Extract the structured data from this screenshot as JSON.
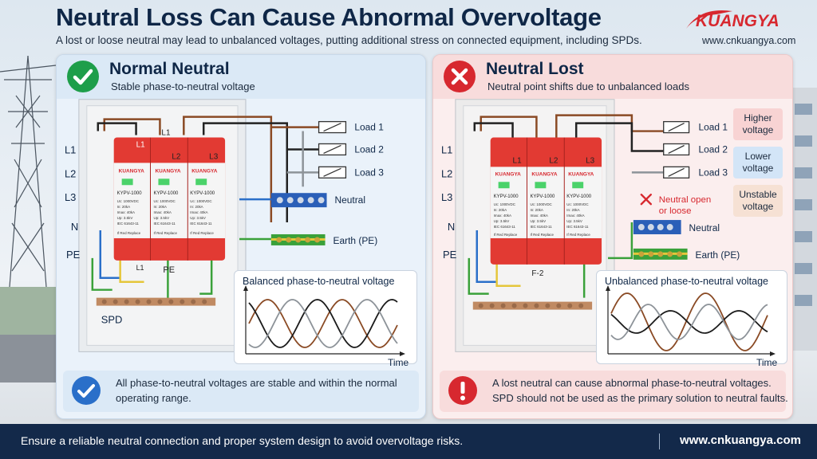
{
  "header": {
    "title": "Neutral Loss Can Cause Abnormal Overvoltage",
    "subtitle": "A lost or loose neutral may lead to unbalanced voltages, putting additional stress on connected equipment, including SPDs.",
    "brand": "KUANGYA",
    "url": "www.cnkuangya.com"
  },
  "colors": {
    "navy": "#13294a",
    "ok_green": "#1e9e4a",
    "alert_red": "#d7282f",
    "check_blue": "#2a6fc9",
    "spd_red": "#e23a33",
    "wave_brown": "#8a4a24",
    "wave_black": "#1b1b1b",
    "wave_gray": "#8d9399"
  },
  "left_panel": {
    "status_icon": "check-circle-icon",
    "title": "Normal Neutral",
    "subtitle": "Stable phase-to-neutral voltage",
    "lines": [
      "L1",
      "L2",
      "L3",
      "N",
      "PE"
    ],
    "spd_label": "SPD",
    "spd_pole_labels": [
      "L1",
      "L2",
      "L3"
    ],
    "spd_bottom_labels": [
      "L1",
      "PE"
    ],
    "loads": [
      "Load 1",
      "Load 2",
      "Load 3"
    ],
    "neutral_label": "Neutral",
    "earth_label": "Earth (PE)",
    "wave_title": "Balanced phase-to-neutral voltage",
    "time_label": "Time",
    "footer_icon": "check-circle-icon",
    "footer_text": "All phase-to-neutral voltages are stable and within the normal operating range."
  },
  "right_panel": {
    "status_icon": "x-circle-icon",
    "title": "Neutral Lost",
    "subtitle": "Neutral point shifts due to unbalanced loads",
    "lines": [
      "L1",
      "L2",
      "L3",
      "N",
      "PE"
    ],
    "spd_pole_labels": [
      "L1",
      "L2",
      "L3"
    ],
    "spd_bottom_labels": [
      "F-2"
    ],
    "loads": [
      "Load 1",
      "Load 2",
      "Load 3"
    ],
    "neutral_label": "Neutral",
    "earth_label": "Earth (PE)",
    "neutral_fault": "Neutral open or loose",
    "badges": [
      "Higher voltage",
      "Lower voltage",
      "Unstable voltage"
    ],
    "wave_title": "Unbalanced phase-to-neutral voltage",
    "time_label": "Time",
    "footer_icon": "exclamation-circle-icon",
    "footer_text": "A lost neutral can cause abnormal phase-to-neutral voltages. SPD should not be used as the primary solution to neutral faults."
  },
  "spd_module": {
    "brand": "KUANGYA",
    "model": "KYPV-1000",
    "spec_lines": [
      "Uc: 1000VDC",
      "In: 20kA",
      "Imax: 40kA",
      "Up: 3.5kV",
      "IEC 61643-11"
    ],
    "replace_label": "If Red Replace"
  },
  "bottom_bar": {
    "text": "Ensure a reliable neutral connection and proper system design to avoid overvoltage risks.",
    "url": "www.cnkuangya.com"
  }
}
